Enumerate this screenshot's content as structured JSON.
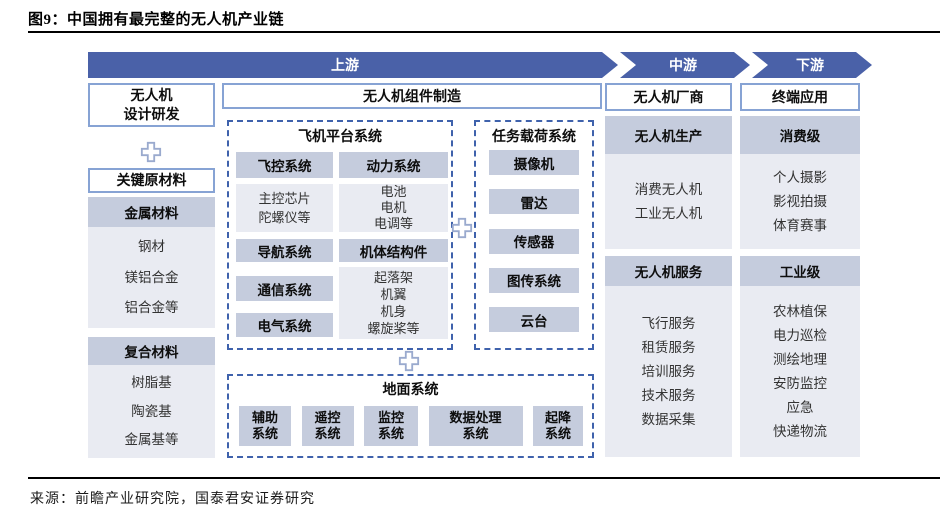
{
  "figure": {
    "title": "图9：中国拥有最完整的无人机产业链",
    "source": "来源：前瞻产业研究院，国泰君安证券研究"
  },
  "stages": {
    "upstream": "上游",
    "midstream": "中游",
    "downstream": "下游"
  },
  "left_column": {
    "design_line1": "无人机",
    "design_line2": "设计研发",
    "materials_title": "关键原材料",
    "sections": [
      {
        "header": "金属材料",
        "items": [
          "钢材",
          "镁铝合金",
          "铝合金等"
        ]
      },
      {
        "header": "复合材料",
        "items": [
          "树脂基",
          "陶瓷基",
          "金属基等"
        ]
      }
    ]
  },
  "component_mfg": {
    "title": "无人机组件制造",
    "platform": {
      "title": "飞机平台系统",
      "flight_ctrl": "飞控系统",
      "flight_ctrl_items": [
        "主控芯片",
        "陀螺仪等"
      ],
      "nav": "导航系统",
      "comm": "通信系统",
      "electrical": "电气系统",
      "power": "动力系统",
      "power_items": [
        "电池",
        "电机",
        "电调等"
      ],
      "airframe": "机体结构件",
      "airframe_items": [
        "起落架",
        "机翼",
        "机身",
        "螺旋桨等"
      ]
    },
    "payload": {
      "title": "任务载荷系统",
      "items": [
        "摄像机",
        "雷达",
        "传感器",
        "图传系统",
        "云台"
      ]
    },
    "ground": {
      "title": "地面系统",
      "items": [
        [
          "辅助",
          "系统"
        ],
        [
          "遥控",
          "系统"
        ],
        [
          "监控",
          "系统"
        ],
        [
          "数据处理",
          "系统"
        ],
        [
          "起降",
          "系统"
        ]
      ]
    }
  },
  "midstream_column": {
    "title": "无人机厂商",
    "sections": [
      {
        "header": "无人机生产",
        "items": [
          "消费无人机",
          "工业无人机"
        ]
      },
      {
        "header": "无人机服务",
        "items": [
          "飞行服务",
          "租赁服务",
          "培训服务",
          "技术服务",
          "数据采集"
        ]
      }
    ]
  },
  "downstream_column": {
    "title": "终端应用",
    "sections": [
      {
        "header": "消费级",
        "items": [
          "个人摄影",
          "影视拍摄",
          "体育赛事"
        ]
      },
      {
        "header": "工业级",
        "items": [
          "农林植保",
          "电力巡检",
          "测绘地理",
          "安防监控",
          "应急",
          "快递物流"
        ]
      }
    ]
  },
  "colors": {
    "arrow_blue": "#4a61a8",
    "subheader_bg": "#c5ccdd",
    "content_bg": "#e9ebf2",
    "dashed_border": "#3f62ac",
    "box_border": "#87a3d4"
  }
}
